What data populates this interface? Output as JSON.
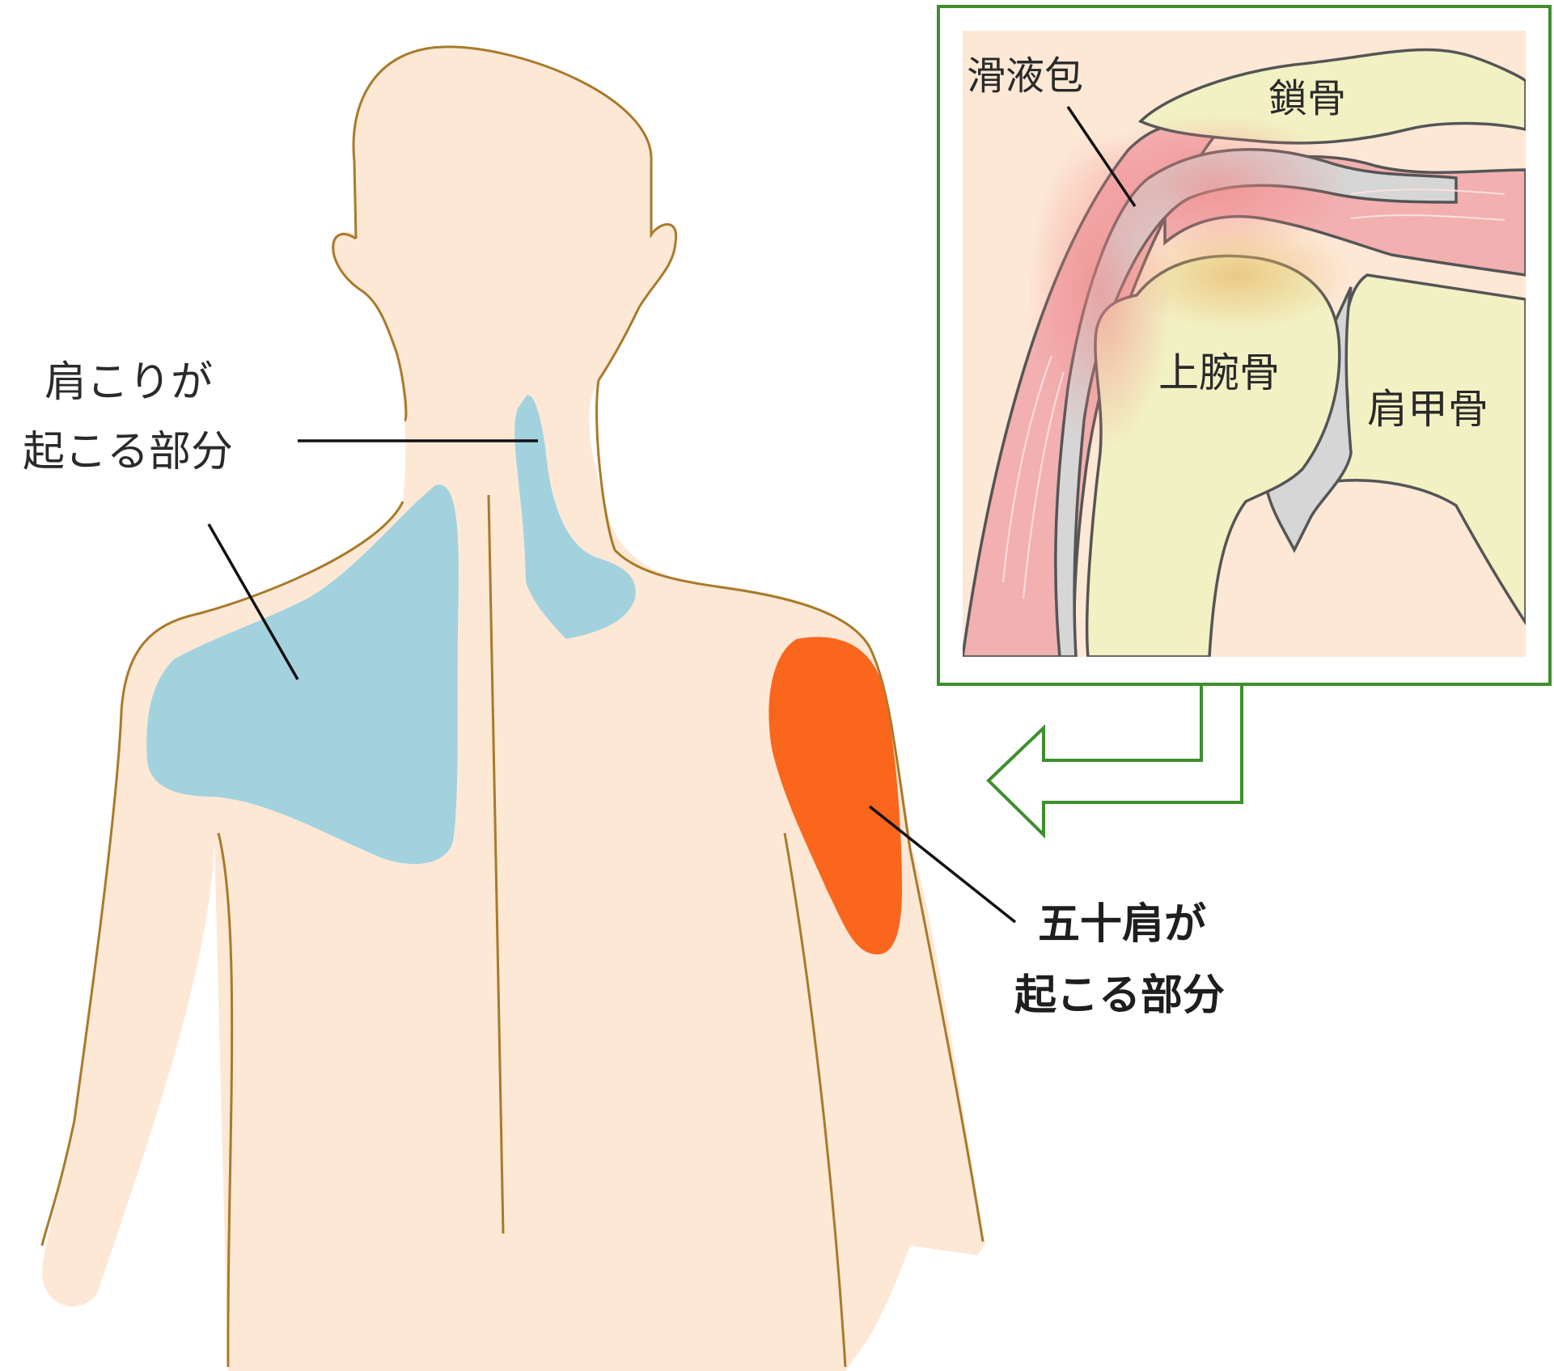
{
  "labels": {
    "stiff_shoulder_line1": "肩こりが",
    "stiff_shoulder_line2": "起こる部分",
    "frozen_shoulder_line1": "五十肩が",
    "frozen_shoulder_line2": "起こる部分",
    "bursa": "滑液包",
    "clavicle": "鎖骨",
    "humerus": "上腕骨",
    "scapula": "肩甲骨"
  },
  "colors": {
    "skin": "#fde8d6",
    "outline": "#a87a2a",
    "stiff_area": "#a3d2df",
    "frozen_area": "#f9661c",
    "frame": "#3e8f2e",
    "bone": "#f2f1c4",
    "muscle": "#f2b0b0",
    "cartilage": "#d6d6d6"
  }
}
